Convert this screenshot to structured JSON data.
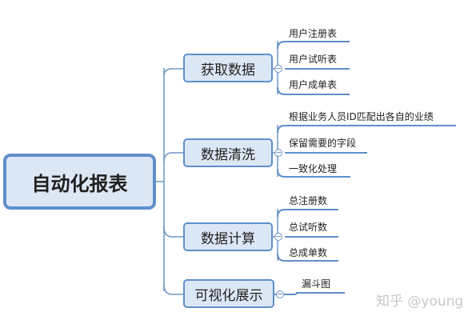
{
  "root": {
    "label": "自动化报表"
  },
  "branches": [
    {
      "label": "获取数据",
      "leaves": [
        "用户注册表",
        "用户试听表",
        "用户成单表"
      ]
    },
    {
      "label": "数据清洗",
      "leaves": [
        "根据业务人员ID匹配出各自的业绩",
        "保留需要的字段",
        "一致化处理"
      ]
    },
    {
      "label": "数据计算",
      "leaves": [
        "总注册数",
        "总试听数",
        "总成单数"
      ]
    },
    {
      "label": "可视化展示",
      "leaves": [
        "漏斗图"
      ]
    }
  ],
  "watermark": {
    "text": "知乎 @young"
  },
  "colors": {
    "node_fill": "#dce7f5",
    "node_border": "#5f8fcb",
    "line": "#6f95c5"
  }
}
